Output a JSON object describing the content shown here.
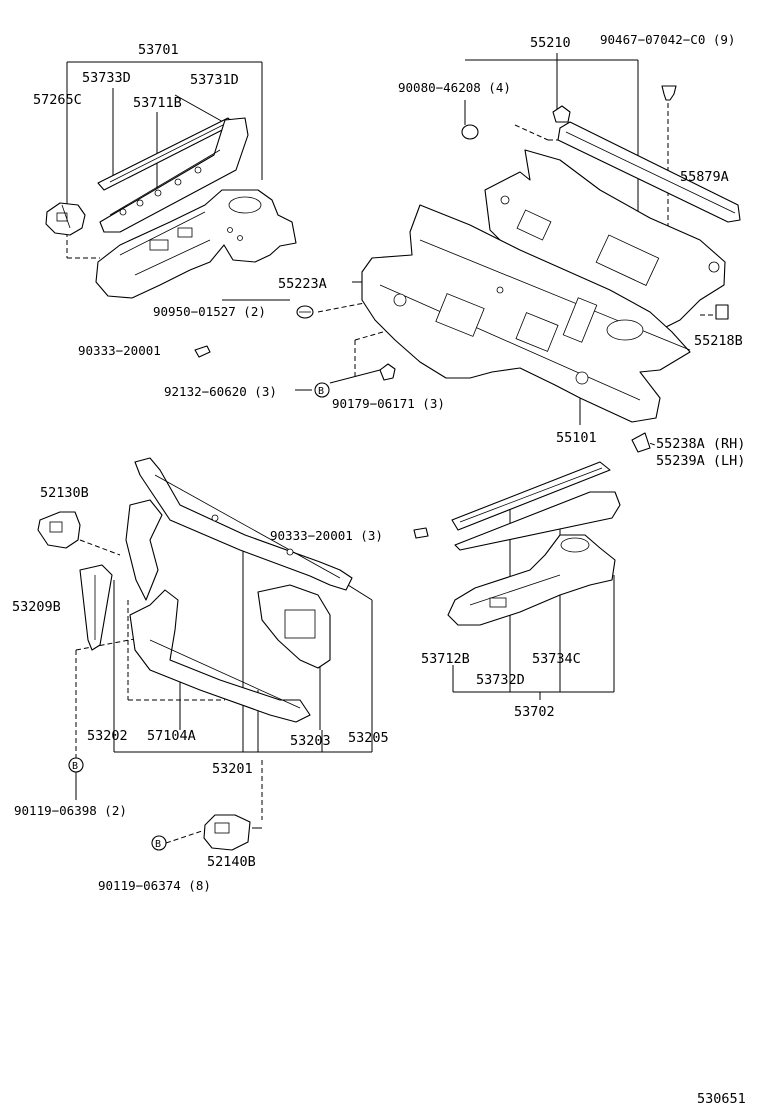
{
  "labels": {
    "p53701": "53701",
    "p53733D": "53733D",
    "p53731D": "53731D",
    "p57265C": "57265C",
    "p53711B": "53711B",
    "p55210": "55210",
    "p90467": "90467−07042−C0 (9)",
    "p90080": "90080−46208 (4)",
    "p55879A": "55879A",
    "p55223A": "55223A",
    "p90950": "90950−01527 (2)",
    "p90333a": "90333−20001",
    "p55218B": "55218B",
    "p92132": "92132−60620 (3)",
    "p90179": "90179−06171 (3)",
    "p55101": "55101",
    "p55238A": "55238A (RH)",
    "p55239A": "55239A (LH)",
    "p52130B": "52130B",
    "p90333b": "90333−20001 (3)",
    "p53209B": "53209B",
    "p53712B": "53712B",
    "p53734C": "53734C",
    "p53732D": "53732D",
    "p53702": "53702",
    "p53202": "53202",
    "p57104A": "57104A",
    "p53203": "53203",
    "p53205": "53205",
    "p53201": "53201",
    "p90119a": "90119−06398 (2)",
    "p90119b": "90119−06374 (8)",
    "p52140B": "52140B",
    "ref": "530651",
    "marker": "B"
  }
}
